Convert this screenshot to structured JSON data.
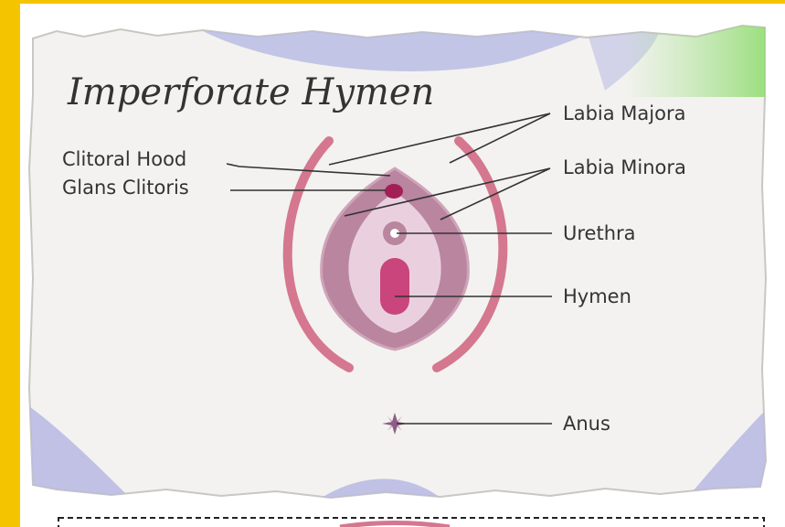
{
  "title": "Imperforate Hymen",
  "labels": {
    "labia_majora": "Labia Majora",
    "labia_minora": "Labia Minora",
    "clitoral_hood": "Clitoral Hood",
    "glans_clitoris": "Glans Clitoris",
    "urethra": "Urethra",
    "hymen": "Hymen",
    "anus": "Anus"
  },
  "colors": {
    "frame": "#f5c400",
    "labia_majora": "#d4778f",
    "labia_minora": "#b9859f",
    "vestibule": "#ead0df",
    "hymen": "#c9457c",
    "clitoris": "#a41e56",
    "anus": "#8e5c86",
    "accent_blue": "#b6b9e3",
    "accent_green": "#a6e38d"
  }
}
